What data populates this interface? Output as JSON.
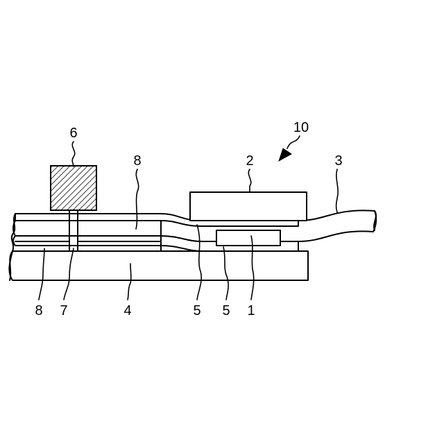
{
  "figure": {
    "labels": {
      "l10": "10",
      "l6": "6",
      "l8_top": "8",
      "l2": "2",
      "l3": "3",
      "l8_bottom": "8",
      "l7": "7",
      "l4": "4",
      "l5_left": "5",
      "l5_right": "5",
      "l1": "1"
    },
    "hatched_block_fill": "#000000",
    "line_color": "#000000"
  }
}
